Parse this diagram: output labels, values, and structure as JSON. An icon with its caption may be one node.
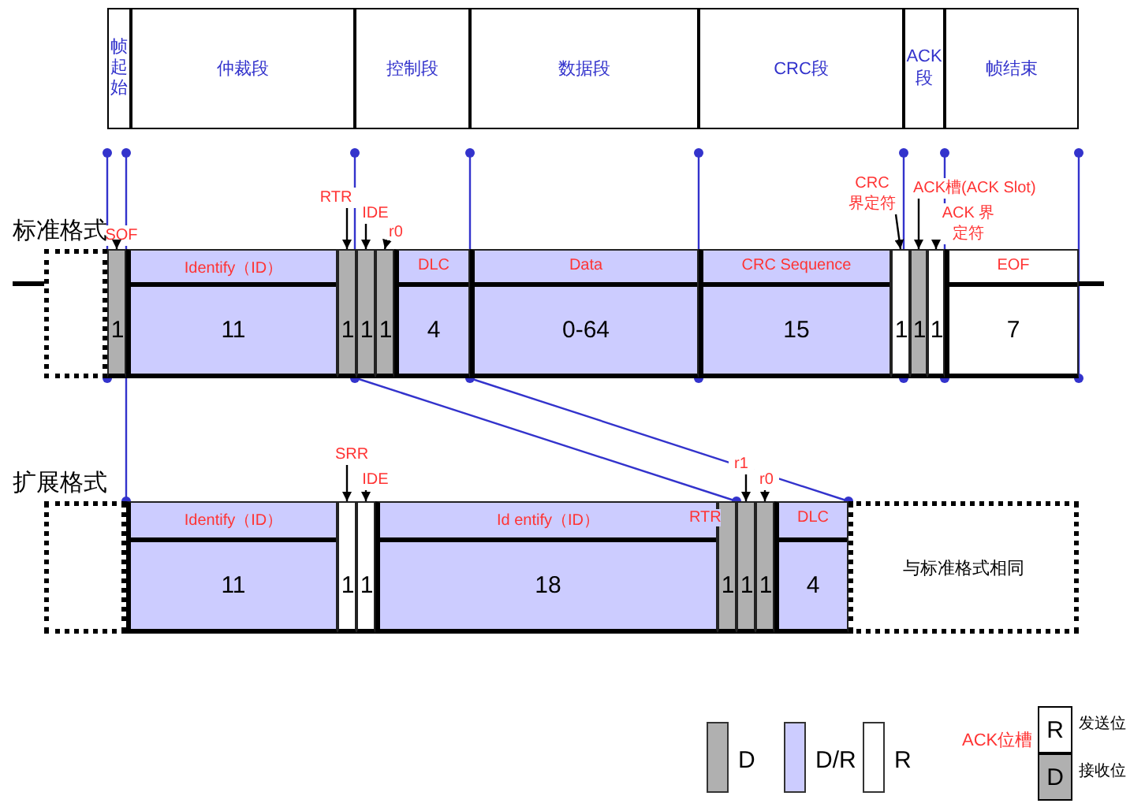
{
  "diagram": {
    "nodes": [
      {
        "text": [
          "帧起始"
        ]
      },
      {
        "text": [
          "仲裁段"
        ]
      },
      {
        "text": [
          "控制段"
        ]
      },
      {
        "text": [
          "数据段"
        ]
      },
      {
        "text": [
          "CRC段"
        ]
      },
      {
        "text": [
          "ACK段"
        ]
      },
      {
        "text": [
          "帧结束"
        ]
      },
      {
        "text": [],
        "shape": "box"
      },
      {
        "text": [
          "1"
        ]
      },
      {
        "text": [
          "Identify（ID）",
          "11"
        ]
      },
      {
        "text": [
          "1"
        ]
      },
      {
        "text": [
          "1"
        ]
      },
      {
        "text": [
          "1"
        ]
      },
      {
        "text": [
          "DLC",
          "4"
        ]
      },
      {
        "text": [
          "Data",
          "0-64"
        ]
      },
      {
        "text": [
          "CRC Sequence",
          "15"
        ]
      },
      {
        "text": [
          "1"
        ]
      },
      {
        "text": [
          "1"
        ]
      },
      {
        "text": [
          "1"
        ]
      },
      {
        "text": [
          "EOF",
          "7"
        ]
      },
      {
        "text": [
          "SOF"
        ]
      },
      {
        "text": [
          "RTR"
        ]
      },
      {
        "text": [
          "IDE"
        ]
      },
      {
        "text": [
          "r0"
        ]
      },
      {
        "text": [
          "CRC 界定符"
        ]
      },
      {
        "text": [
          "ACK槽(ACK Slot)"
        ]
      },
      {
        "text": [
          "ACK 界定符"
        ]
      },
      {
        "text": [],
        "shape": "box"
      },
      {
        "text": [
          "Identify（ID）",
          "11"
        ]
      },
      {
        "text": [
          "1"
        ]
      },
      {
        "text": [
          "1"
        ]
      },
      {
        "text": [
          "Id entify（ID）",
          "18"
        ]
      },
      {
        "text": [
          "1"
        ]
      },
      {
        "text": [
          "1"
        ]
      },
      {
        "text": [
          "1"
        ]
      },
      {
        "text": [
          "DLC",
          "4"
        ]
      },
      {
        "text": [
          "与标准格式相同"
        ]
      },
      {
        "text": [
          "SRR"
        ]
      },
      {
        "text": [
          "IDE"
        ]
      },
      {
        "text": [
          "r1"
        ]
      },
      {
        "text": [
          "r0"
        ]
      },
      {
        "text": [
          "R"
        ],
        "beside": [
          "发送位"
        ]
      },
      {
        "text": [
          "D"
        ],
        "beside": [
          "接收位"
        ]
      }
    ],
    "edges": [
      {
        "from": 20,
        "to": 8,
        "arrow": "to"
      },
      {
        "from": 21,
        "to": 10,
        "arrow": "to"
      },
      {
        "from": 22,
        "to": 11,
        "arrow": "to"
      },
      {
        "from": 23,
        "to": 12,
        "arrow": "to"
      },
      {
        "from": 24,
        "to": 16,
        "arrow": "to"
      },
      {
        "from": 25,
        "to": 17,
        "arrow": "to"
      },
      {
        "from": 26,
        "to": 18,
        "arrow": "to"
      },
      {
        "from": 37,
        "to": 29,
        "arrow": "to"
      },
      {
        "from": 38,
        "to": 30,
        "arrow": "to"
      },
      {
        "from": 39,
        "to": 33,
        "arrow": "to"
      },
      {
        "from": 40,
        "to": 34,
        "arrow": "to"
      }
    ],
    "labels": [
      "标准格式",
      "扩展格式",
      "RTR",
      "ACK位槽"
    ],
    "legend": [
      {
        "text": "D",
        "color": "#b0b0b0"
      },
      {
        "text": "D/R",
        "color": "#ccccff"
      },
      {
        "text": "R",
        "color": "#ffffff"
      }
    ]
  }
}
